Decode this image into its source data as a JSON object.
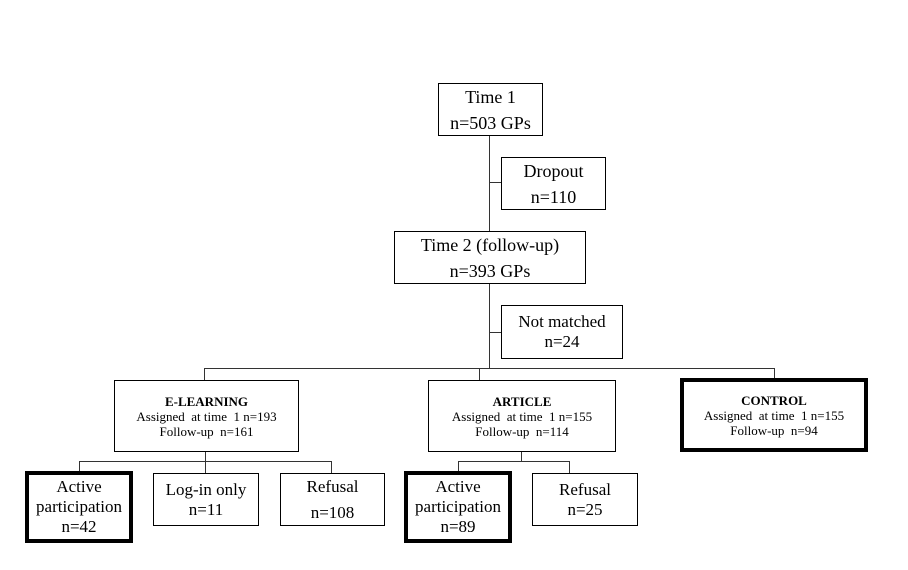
{
  "time1": {
    "title": "Time 1",
    "n": "n=503 GPs"
  },
  "dropout": {
    "title": "Dropout",
    "n": "n=110"
  },
  "time2": {
    "title": "Time 2 (follow-up)",
    "n": "n=393 GPs"
  },
  "not_matched": {
    "title": "Not matched",
    "n": "n=24"
  },
  "elearning": {
    "title": "E-LEARNING",
    "assigned": "Assigned  at time  1 n=193",
    "followup": "Follow-up  n=161"
  },
  "article": {
    "title": "ARTICLE",
    "assigned": "Assigned  at time  1 n=155",
    "followup": "Follow-up  n=114"
  },
  "control": {
    "title": "CONTROL",
    "assigned": "Assigned  at time  1 n=155",
    "followup": "Follow-up  n=94"
  },
  "el_active": {
    "line1": "Active",
    "line2": "participation",
    "n": "n=42"
  },
  "el_login": {
    "title": "Log-in only",
    "n": "n=11"
  },
  "el_refusal": {
    "title": "Refusal",
    "n": "n=108"
  },
  "ar_active": {
    "line1": "Active",
    "line2": "participation",
    "n": "n=89"
  },
  "ar_refusal": {
    "title": "Refusal",
    "n": "n=25"
  }
}
